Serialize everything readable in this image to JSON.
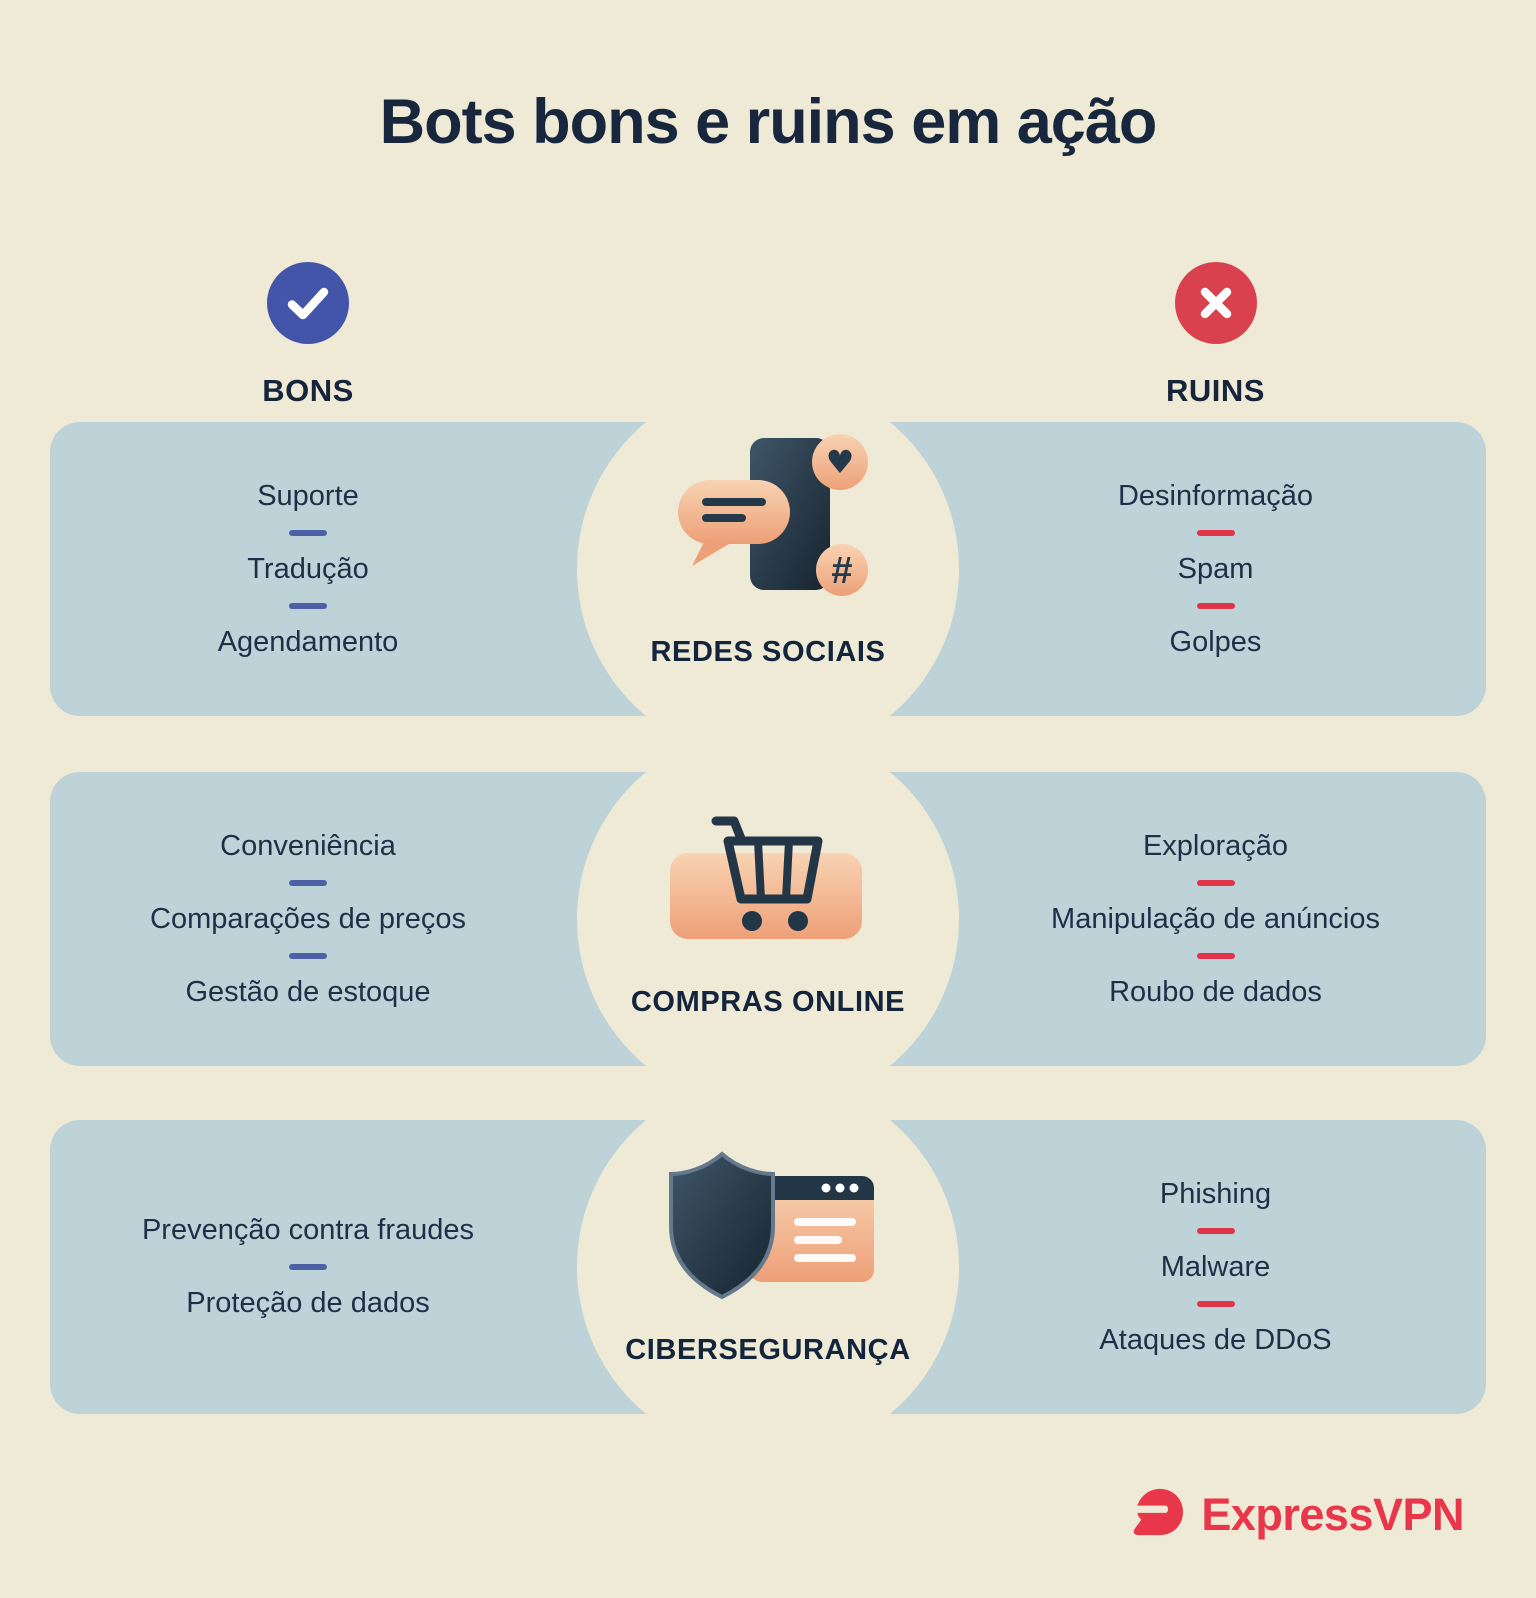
{
  "title": "Bots bons e ruins em ação",
  "columns": {
    "good": {
      "label": "BONS",
      "icon": "check-icon",
      "accent": "#4355a8"
    },
    "bad": {
      "label": "RUINS",
      "icon": "x-icon",
      "accent": "#d9414f"
    }
  },
  "rows": [
    {
      "category": "REDES SOCIAIS",
      "icon": "social-media-phone-icon",
      "good": [
        "Suporte",
        "Tradução",
        "Agendamento"
      ],
      "bad": [
        "Desinformação",
        "Spam",
        "Golpes"
      ]
    },
    {
      "category": "COMPRAS ONLINE",
      "icon": "shopping-cart-icon",
      "good": [
        "Conveniência",
        "Comparações de preços",
        "Gestão de estoque"
      ],
      "bad": [
        "Exploração",
        "Manipulação de anúncios",
        "Roubo de dados"
      ]
    },
    {
      "category": "CIBERSEGURANÇA",
      "icon": "shield-browser-icon",
      "good": [
        "Prevenção contra fraudes",
        "Proteção de dados"
      ],
      "bad": [
        "Phishing",
        "Malware",
        "Ataques de DDoS"
      ]
    }
  ],
  "footer": {
    "brand": "ExpressVPN",
    "logo_icon": "expressvpn-logo-icon"
  },
  "colors": {
    "background": "#eeead6",
    "panel": "#bed3d8",
    "text": "#1e2f47",
    "title_text": "#18263e",
    "good_accent": "#4d5fa5",
    "bad_accent": "#e03448",
    "icon_peach": "#f0a87f",
    "icon_slate": "#2c4254",
    "brand_red": "#e8374a"
  }
}
